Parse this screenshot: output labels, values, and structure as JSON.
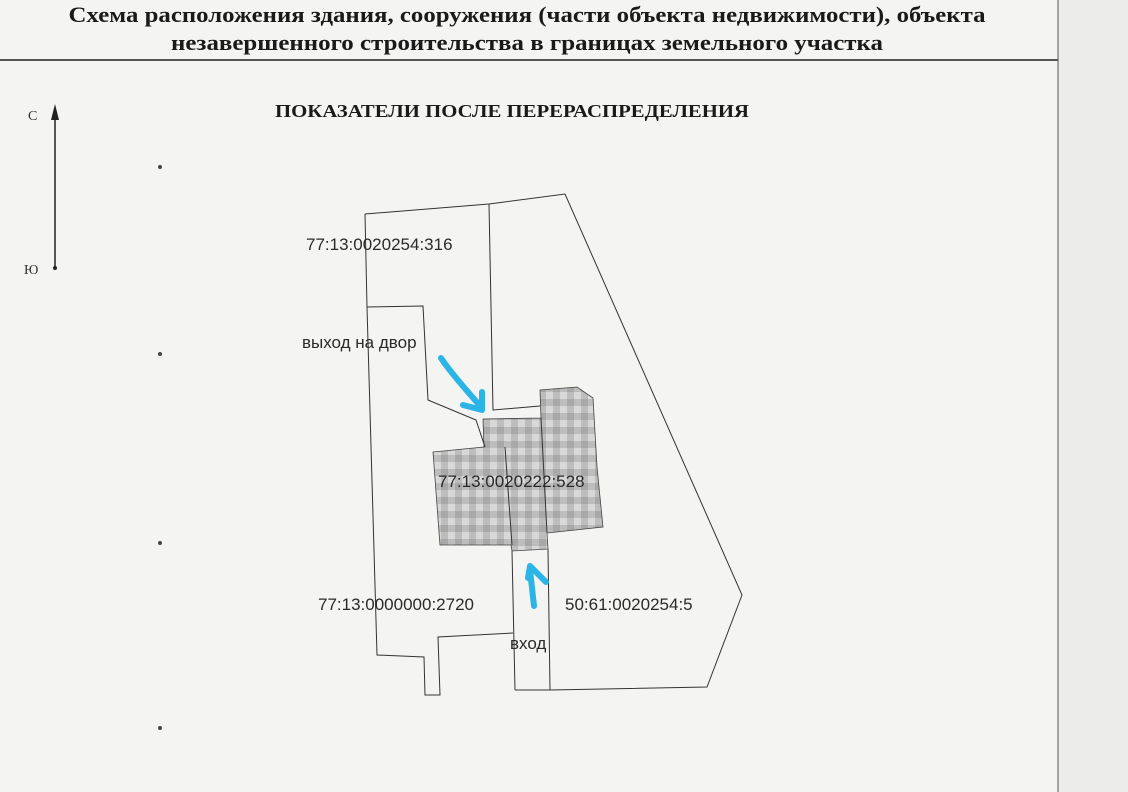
{
  "document": {
    "title_line1": "Схема расположения здания, сооружения (части объекта недвижимости), объекта",
    "title_line2": "незавершенного строительства в границах земельного участка",
    "subtitle": "ПОКАЗАТЕЛИ ПОСЛЕ ПЕРЕРАСПРЕДЕЛЕНИЯ"
  },
  "compass": {
    "north": "С",
    "south": "Ю"
  },
  "parcels": {
    "top": "77:13:0020254:316",
    "building": "77:13:0020222:528",
    "left": "77:13:0000000:2720",
    "right": "50:61:0020254:5"
  },
  "annotations": {
    "yard_exit": "выход на двор",
    "entrance": "вход",
    "arrow_color": "#2bb5e6"
  }
}
